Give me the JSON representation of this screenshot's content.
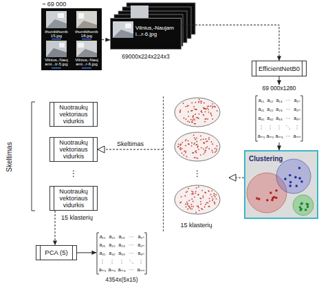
{
  "diagram": {
    "nodes": [
      {
        "text": [
          "~ 69 000"
        ]
      },
      {
        "text": [
          "Vilnius,-Naujami...r-6.jpg",
          "69000x224x224x3"
        ]
      },
      {
        "text": [
          "EfficientNetB0"
        ]
      },
      {
        "text": [
          "69 000x1280"
        ]
      },
      {
        "text": [
          "Clustering"
        ]
      },
      {
        "text": [
          "15 klasterių"
        ]
      },
      {
        "text": [
          "Nuotraukų vektoriaus vidurkis"
        ]
      },
      {
        "text": [
          "Nuotraukų vektoriaus vidurkis"
        ]
      },
      {
        "text": [
          "Nuotraukų vektoriaus vidurkis"
        ]
      },
      {
        "text": [
          "PCA (5)"
        ]
      },
      {
        "text": [
          "4354x(5x15)"
        ]
      }
    ],
    "edges": [
      {
        "from": 0,
        "to": 1,
        "arrow": "to"
      },
      {
        "from": 1,
        "to": 2,
        "arrow": "to"
      },
      {
        "from": 2,
        "to": 3,
        "arrow": "to"
      },
      {
        "from": 3,
        "to": 4,
        "arrow": "to"
      },
      {
        "from": 4,
        "to": 5,
        "arrow": "to"
      },
      {
        "from": 5,
        "to": 7,
        "label": "Skeltimas",
        "arrow": "to"
      },
      {
        "from": 8,
        "to": 9,
        "arrow": "to"
      },
      {
        "from": 9,
        "to": 10,
        "arrow": "to"
      }
    ],
    "labels": [
      "thumbthumb15.jpg",
      "thumbthumb18.jpg",
      "Vilnius,-Naujami...tr-5.jpg",
      "Vilnius,-Naujami...r-6.jpg",
      "Skeltimas",
      "⋮",
      "⋮",
      "15 klasterių",
      "a₁₁",
      "a₁₂",
      "a₁₃",
      "⋯",
      "a₁ₙ",
      "a₂₁",
      "a₂₂",
      "a₂₃",
      "⋯",
      "a₂ₙ",
      "a₃₁",
      "a₃₂",
      "a₃₃",
      "⋯",
      "a₃ₙ",
      "⋮",
      "⋮",
      "⋮",
      "⋱",
      "⋮",
      "aₘ₁",
      "aₘ₂",
      "aₘ₃",
      "⋯",
      "aₘₙ",
      "a₁₁",
      "a₁₂",
      "a₁₃",
      "⋯",
      "a₁ₙ",
      "a₂₁",
      "a₂₂",
      "a₂₃",
      "⋯",
      "a₂ₙ",
      "a₃₁",
      "a₃₂",
      "a₃₃",
      "⋯",
      "a₃ₙ",
      "⋮",
      "⋮",
      "⋮",
      "⋱",
      "⋮",
      "aₘ₁",
      "aₘ₂",
      "aₘ₃",
      "⋯",
      "aₘₙ"
    ]
  }
}
